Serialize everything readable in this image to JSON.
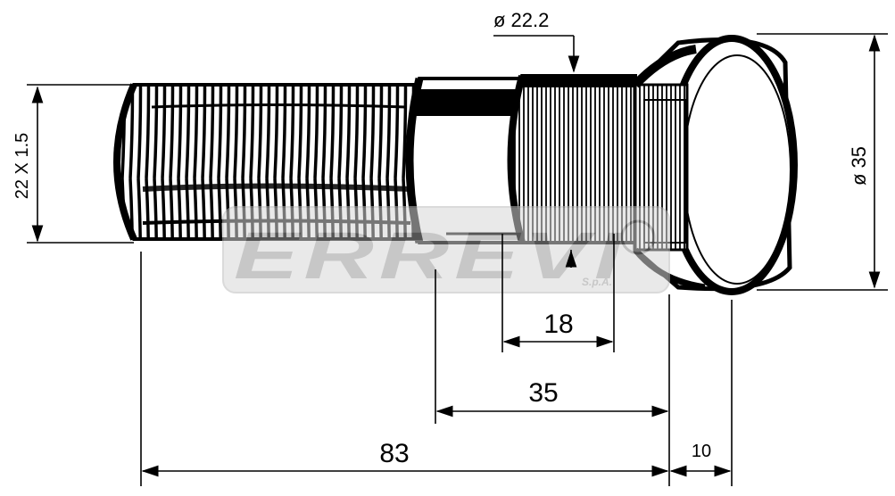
{
  "dimensions": {
    "thread": "22 X 1.5",
    "shank_diameter": "ø 22.2",
    "head_diameter": "ø 35",
    "knurl_length": "18",
    "under_head_length": "35",
    "overall_length": "83",
    "head_height": "10"
  },
  "watermark": {
    "brand": "ERREVI",
    "suffix": "S.p.A."
  }
}
